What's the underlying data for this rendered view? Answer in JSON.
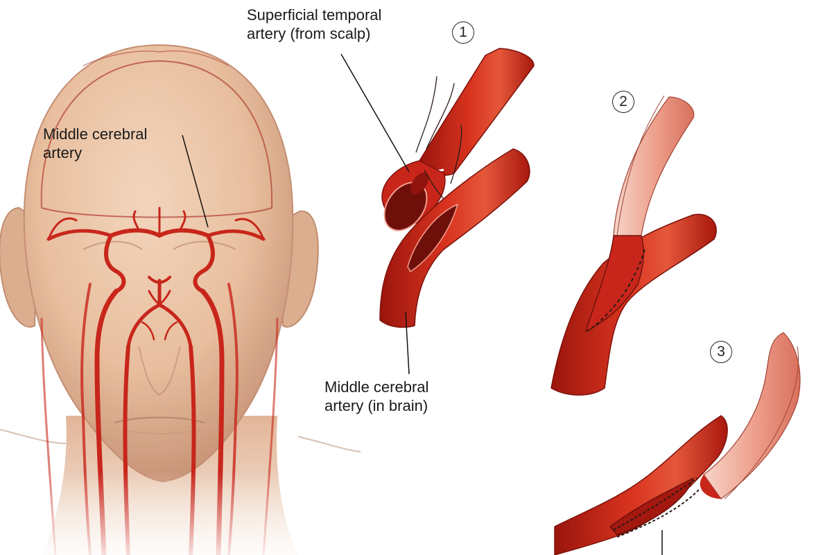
{
  "labels": {
    "mca_head_line1": "Middle cerebral",
    "mca_head_line2": "artery",
    "sta_line1": "Superficial temporal",
    "sta_line2": "artery (from scalp)",
    "mca_brain_line1": "Middle cerebral",
    "mca_brain_line2": "artery (in brain)"
  },
  "steps": [
    "1",
    "2",
    "3"
  ],
  "colors": {
    "skin": "#ecc7a9",
    "skin_shadow": "#d9a88a",
    "artery": "#c8261b",
    "artery_dark": "#8e140d",
    "artery_highlight": "#f07a5e",
    "donor_vessel": "#e58a78",
    "suture": "#2a1a18"
  }
}
